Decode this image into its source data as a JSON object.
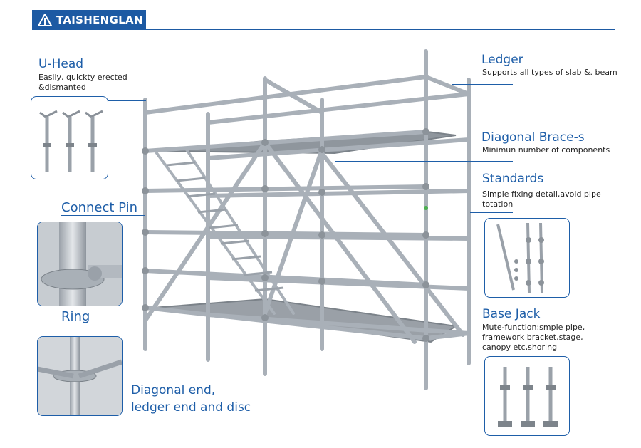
{
  "brand": {
    "name": "TAISHENGLAN",
    "accent": "#1d5aa3"
  },
  "labels": {
    "uhead": {
      "title": "U-Head",
      "desc": [
        "Easily, quickty erected",
        "&dismanted"
      ]
    },
    "connect_pin": {
      "title": "Connect Pin"
    },
    "ring": {
      "title": "Ring"
    },
    "diagonal_end": {
      "title": [
        "Diagonal end,",
        "ledger end and disc"
      ]
    },
    "ledger": {
      "title": "Ledger",
      "desc": [
        "Supports all types of slab &. beam"
      ]
    },
    "diagonal_brace": {
      "title": "Diagonal Brace-s",
      "desc": [
        "Minimun number of components"
      ]
    },
    "standards": {
      "title": "Standards",
      "desc": [
        "Simple fixing detail,avoid pipe",
        "totation"
      ]
    },
    "base_jack": {
      "title": "Base Jack",
      "desc": [
        "Mute-function:smple pipe,",
        "framework bracket,stage,",
        "canopy etc,shoring"
      ]
    }
  },
  "colors": {
    "label_blue": "#1e5ea8",
    "metal": "#b9bfc6"
  }
}
